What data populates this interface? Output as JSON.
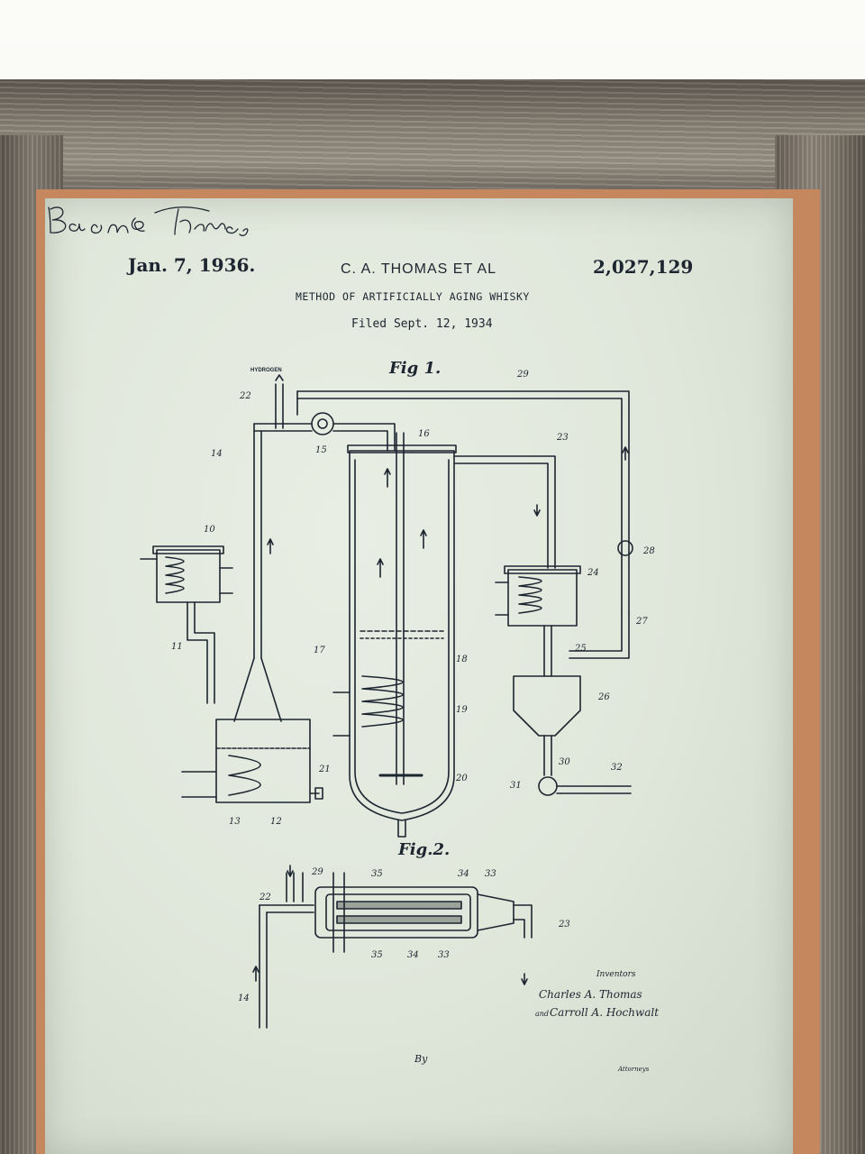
{
  "patent": {
    "date": "Jan. 7, 1936.",
    "inventor_header": "C. A. THOMAS ET AL",
    "number": "2,027,129",
    "title": "METHOD OF ARTIFICIALLY AGING WHISKY",
    "filed": "Filed Sept. 12, 1934"
  },
  "figures": {
    "fig1": "Fig 1.",
    "fig2": "Fig.2."
  },
  "fig1_labels": {
    "hydrogen": "HYDROGEN",
    "l10": "10",
    "l11": "11",
    "l12": "12",
    "l13": "13",
    "l14": "14",
    "l15": "15",
    "l16": "16",
    "l17": "17",
    "l18": "18",
    "l19": "19",
    "l20": "20",
    "l21": "21",
    "l22": "22",
    "l23": "23",
    "l24": "24",
    "l25": "25",
    "l26": "26",
    "l27": "27",
    "l28": "28",
    "l29": "29",
    "l30": "30",
    "l31": "31",
    "l32": "32"
  },
  "fig2_labels": {
    "l22": "22",
    "l29": "29",
    "l35a": "35",
    "l34a": "34",
    "l33a": "33",
    "l35b": "35",
    "l34b": "34",
    "l33b": "33",
    "l23": "23",
    "l14": "14"
  },
  "signatures": {
    "inventors_heading": "Inventors",
    "and": "and",
    "inventor_1": "Charles A. Thomas",
    "inventor_2": "Carroll A. Hochwalt",
    "by": "By",
    "attorneys_signature": "Bacon & Thomas",
    "attorneys_label": "Attorneys"
  },
  "colors": {
    "ink": "#1d2530",
    "paper": "#dfe6da",
    "frame_wood": "#8a8377",
    "mat_edge": "#c4875e"
  }
}
